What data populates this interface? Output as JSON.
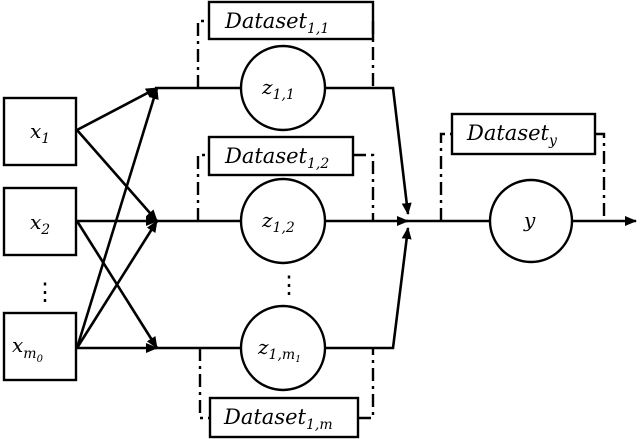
{
  "inputs": [
    {
      "base": "x",
      "sub": "1"
    },
    {
      "base": "x",
      "sub": "2"
    },
    {
      "base": "x",
      "sub": "m",
      "subsub": "0"
    }
  ],
  "hidden": [
    {
      "base": "z",
      "sub": "1,1"
    },
    {
      "base": "z",
      "sub": "1,2"
    },
    {
      "base": "z",
      "sub": "1,",
      "subsub": "m",
      "subsubsub": "1"
    }
  ],
  "output": {
    "base": "y"
  },
  "datasets": {
    "d11": {
      "base": "Dataset",
      "sub": "1,1"
    },
    "d12": {
      "base": "Dataset",
      "sub": "1,2"
    },
    "d1m": {
      "base": "Dataset",
      "sub": "1,m"
    },
    "dy": {
      "base": "Dataset",
      "sub": "y"
    }
  },
  "ellipsis": "⋮"
}
